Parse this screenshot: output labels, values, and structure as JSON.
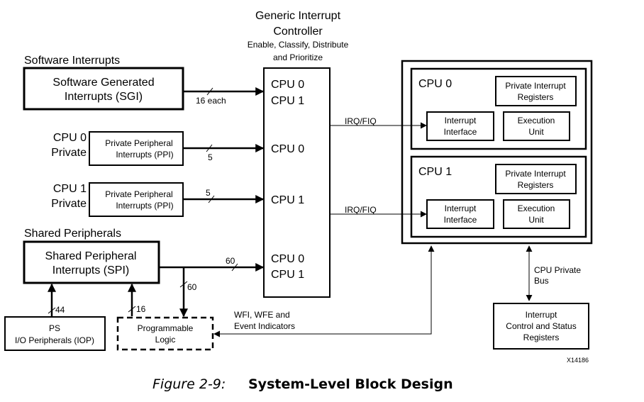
{
  "gic": {
    "title_line1": "Generic Interrupt",
    "title_line2": "Controller",
    "subtitle_line1": "Enable, Classify, Distribute",
    "subtitle_line2": "and Prioritize",
    "ports": {
      "cpu0_a": "CPU 0",
      "cpu1_a": "CPU 1",
      "cpu0_b": "CPU 0",
      "cpu1_b": "CPU 1",
      "cpu0_c": "CPU 0",
      "cpu1_c": "CPU 1"
    }
  },
  "sources": {
    "software_heading": "Software Interrupts",
    "sgi_line1": "Software Generated",
    "sgi_line2": "Interrupts (SGI)",
    "sgi_bus": "16 each",
    "cpu0_private_line1": "CPU 0",
    "cpu0_private_line2": "Private",
    "ppi0_line1": "Private Peripheral",
    "ppi0_line2": "Interrupts (PPI)",
    "ppi0_bus": "5",
    "cpu1_private_line1": "CPU 1",
    "cpu1_private_line2": "Private",
    "ppi1_line1": "Private Peripheral",
    "ppi1_line2": "Interrupts (PPI)",
    "ppi1_bus": "5",
    "shared_heading": "Shared Peripherals",
    "spi_line1": "Shared Peripheral",
    "spi_line2": "Interrupts (SPI)",
    "spi_bus": "60",
    "pl_bus": "60",
    "iop_bus": "44",
    "pl_in_bus": "16",
    "iop_line1": "PS",
    "iop_line2": "I/O Peripherals (IOP)",
    "pl_line1": "Programmable",
    "pl_line2": "Logic"
  },
  "signals": {
    "irq0": "IRQ/FIQ",
    "irq1": "IRQ/FIQ",
    "wfi_line1": "WFI, WFE and",
    "wfi_line2": "Event Indicators",
    "cpu_bus_line1": "CPU Private",
    "cpu_bus_line2": "Bus"
  },
  "cpus": {
    "cpu0": {
      "label": "CPU 0",
      "pir_line1": "Private Interrupt",
      "pir_line2": "Registers",
      "if_line1": "Interrupt",
      "if_line2": "Interface",
      "eu_line1": "Execution",
      "eu_line2": "Unit"
    },
    "cpu1": {
      "label": "CPU 1",
      "pir_line1": "Private Interrupt",
      "pir_line2": "Registers",
      "if_line1": "Interrupt",
      "if_line2": "Interface",
      "eu_line1": "Execution",
      "eu_line2": "Unit"
    }
  },
  "icsr": {
    "line1": "Interrupt",
    "line2": "Control and Status",
    "line3": "Registers"
  },
  "figure_code": "X14186",
  "caption": {
    "number": "Figure 2-9:",
    "title": "System-Level Block Design"
  }
}
